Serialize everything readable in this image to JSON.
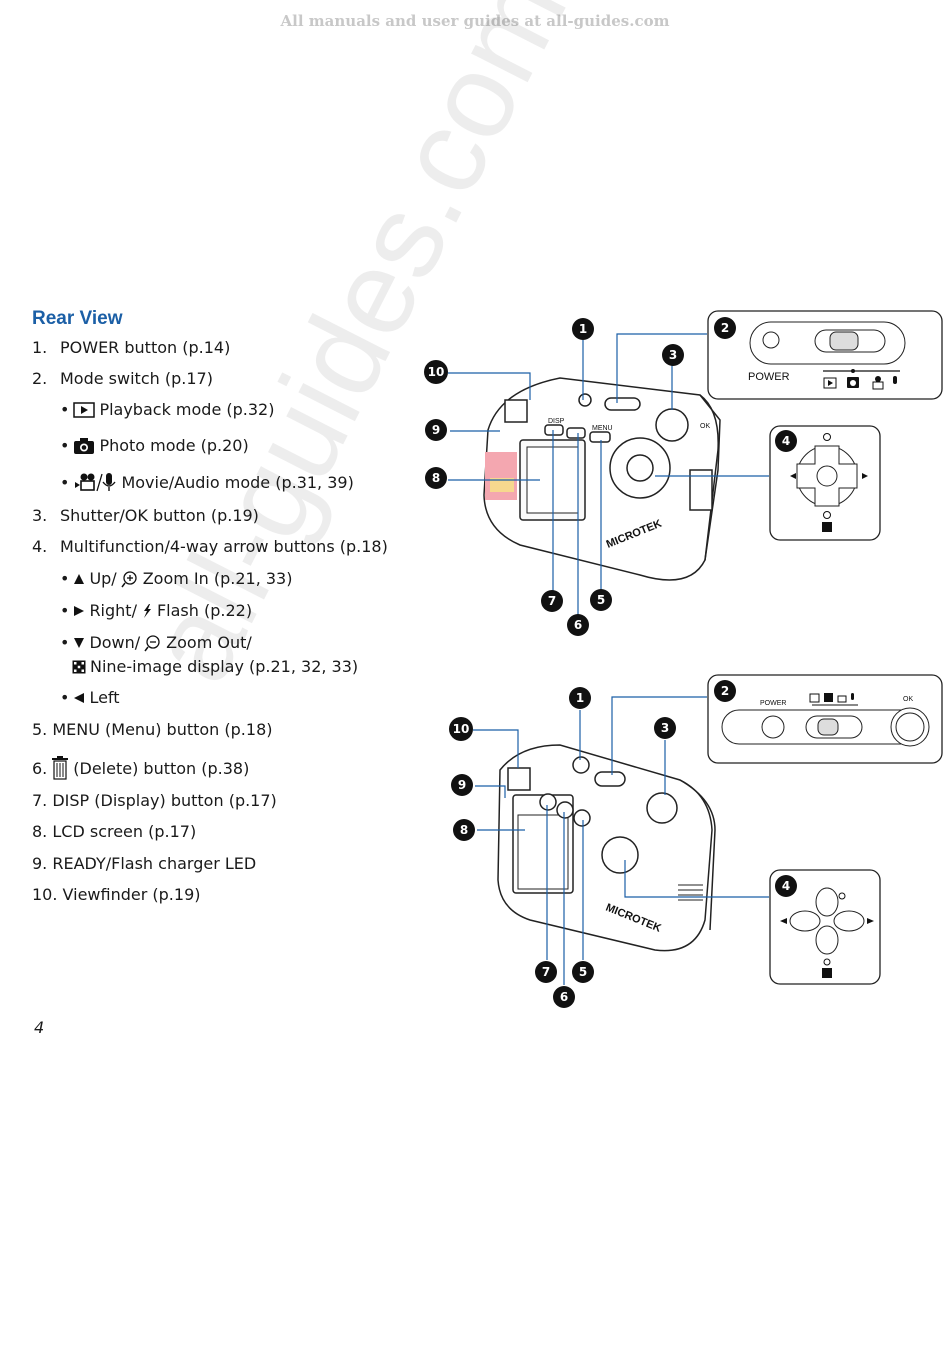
{
  "header_note": "All manuals and user guides at all-guides.com",
  "watermark": "all-guides.com",
  "section_title": "Rear  View",
  "items": [
    {
      "num": "1.",
      "text": "POWER button (p.14)"
    },
    {
      "num": "2.",
      "text": "Mode switch (p.17)"
    },
    {
      "num": "3.",
      "text": "Shutter/OK button (p.19)"
    },
    {
      "num": "4.",
      "text": "Multifunction/4-way arrow buttons (p.18)"
    },
    {
      "num": "5.",
      "text": "MENU (Menu) button (p.18)"
    },
    {
      "num": "6.",
      "text": "(Delete) button (p.38)"
    },
    {
      "num": "7.",
      "text": "DISP (Display) button (p.17)"
    },
    {
      "num": "8.",
      "text": "LCD screen (p.17)"
    },
    {
      "num": "9.",
      "text": "READY/Flash charger LED"
    },
    {
      "num": "10.",
      "text": "Viewfinder (p.19)"
    }
  ],
  "mode_subitems": [
    {
      "icon": "playback-icon",
      "text": "Playback mode (p.32)"
    },
    {
      "icon": "camera-icon",
      "text": "Photo mode (p.20)"
    },
    {
      "icon": "movie-audio-icon",
      "text": "Movie/Audio mode (p.31, 39)"
    }
  ],
  "arrow_subitems": [
    {
      "icon": "up-zoom-in-icon",
      "text_a": "Up/",
      "text_b": "Zoom In (p.21, 33)"
    },
    {
      "icon": "right-flash-icon",
      "text_a": "Right/",
      "text_b": "Flash (p.22)"
    },
    {
      "icon": "down-zoom-out-icon",
      "text_a": "Down/",
      "text_b": "Zoom Out/"
    },
    {
      "icon": "nine-image-icon",
      "text_b": "Nine-image display (p.21, 32, 33)"
    },
    {
      "icon": "left-icon",
      "text_b": "Left"
    }
  ],
  "diagram": {
    "callouts": [
      "1",
      "2",
      "3",
      "4",
      "5",
      "6",
      "7",
      "8",
      "9",
      "10"
    ],
    "power_label": "POWER",
    "ok_label": "OK",
    "brand": "MICROTEK",
    "disp_label": "DISP",
    "menu_label": "MENU"
  },
  "page_number": "4",
  "colors": {
    "title": "#1b5fa6",
    "callout": "#111111"
  }
}
